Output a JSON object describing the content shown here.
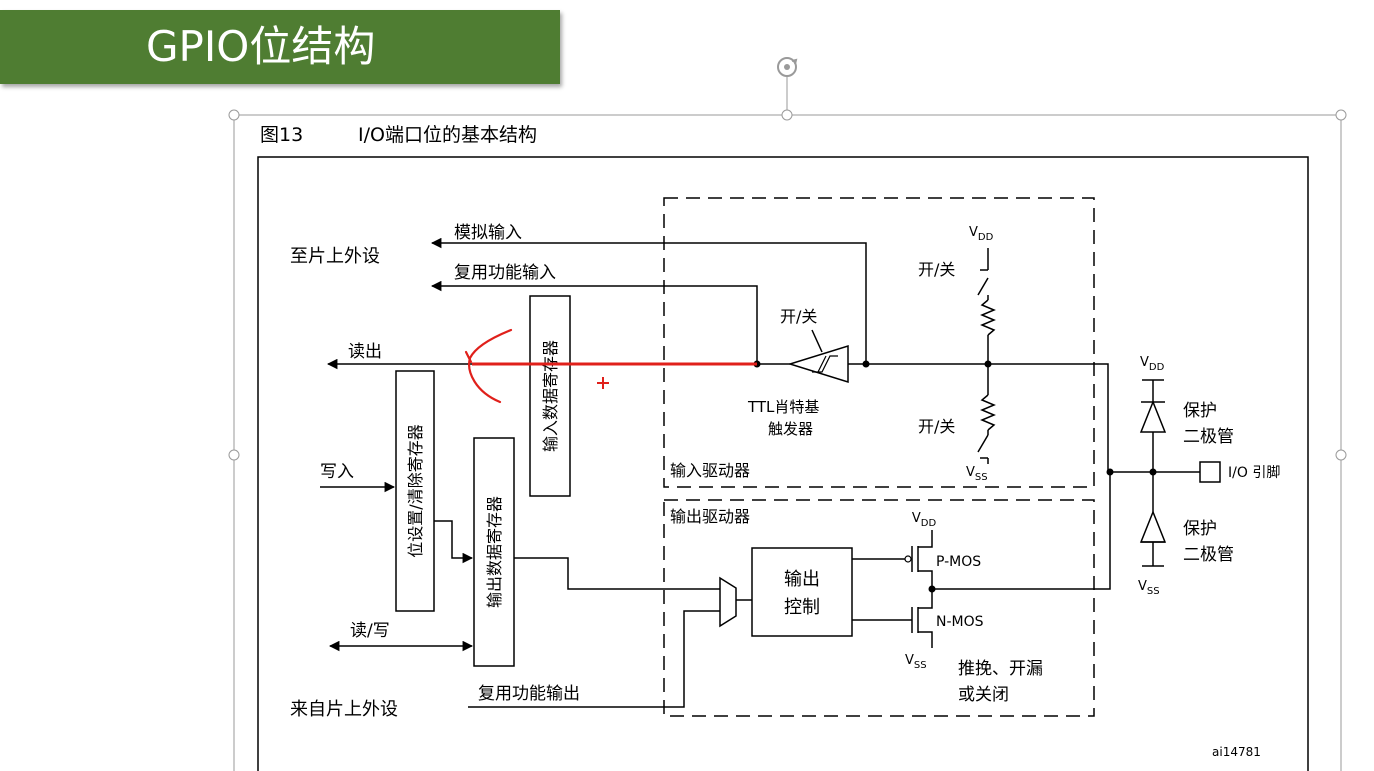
{
  "slide": {
    "title": "GPIO位结构"
  },
  "figure": {
    "caption_number": "图13",
    "caption_text": "I/O端口位的基本结构",
    "figure_id": "ai14781"
  },
  "labels": {
    "to_peripheral": "至片上外设",
    "analog_input": "模拟输入",
    "alt_func_input": "复用功能输入",
    "read_out": "读出",
    "write_in": "写入",
    "read_write": "读/写",
    "from_peripheral": "来自片上外设",
    "alt_func_output": "复用功能输出",
    "input_data_reg": "输入数据寄存器",
    "bit_set_reset_reg": "位设置/清除寄存器",
    "output_data_reg": "输出数据寄存器",
    "on_off_ttl": "开/关",
    "ttl_schmitt_1": "TTL肖特基",
    "ttl_schmitt_2": "触发器",
    "input_driver": "输入驱动器",
    "output_driver": "输出驱动器",
    "output_control_1": "输出",
    "output_control_2": "控制",
    "on_off_top": "开/关",
    "on_off_bottom": "开/关",
    "vdd": "V",
    "vdd_sub": "DD",
    "vss": "V",
    "vss_sub": "SS",
    "pmos": "P-MOS",
    "nmos": "N-MOS",
    "mode_1": "推挽、开漏",
    "mode_2": "或关闭",
    "protect_diode_1a": "保护",
    "protect_diode_1b": "二极管",
    "protect_diode_2a": "保护",
    "protect_diode_2b": "二极管",
    "io_pin": "I/O 引脚"
  },
  "colors": {
    "banner": "#4f7d32",
    "annotation": "#e0201b",
    "line": "#000000"
  }
}
